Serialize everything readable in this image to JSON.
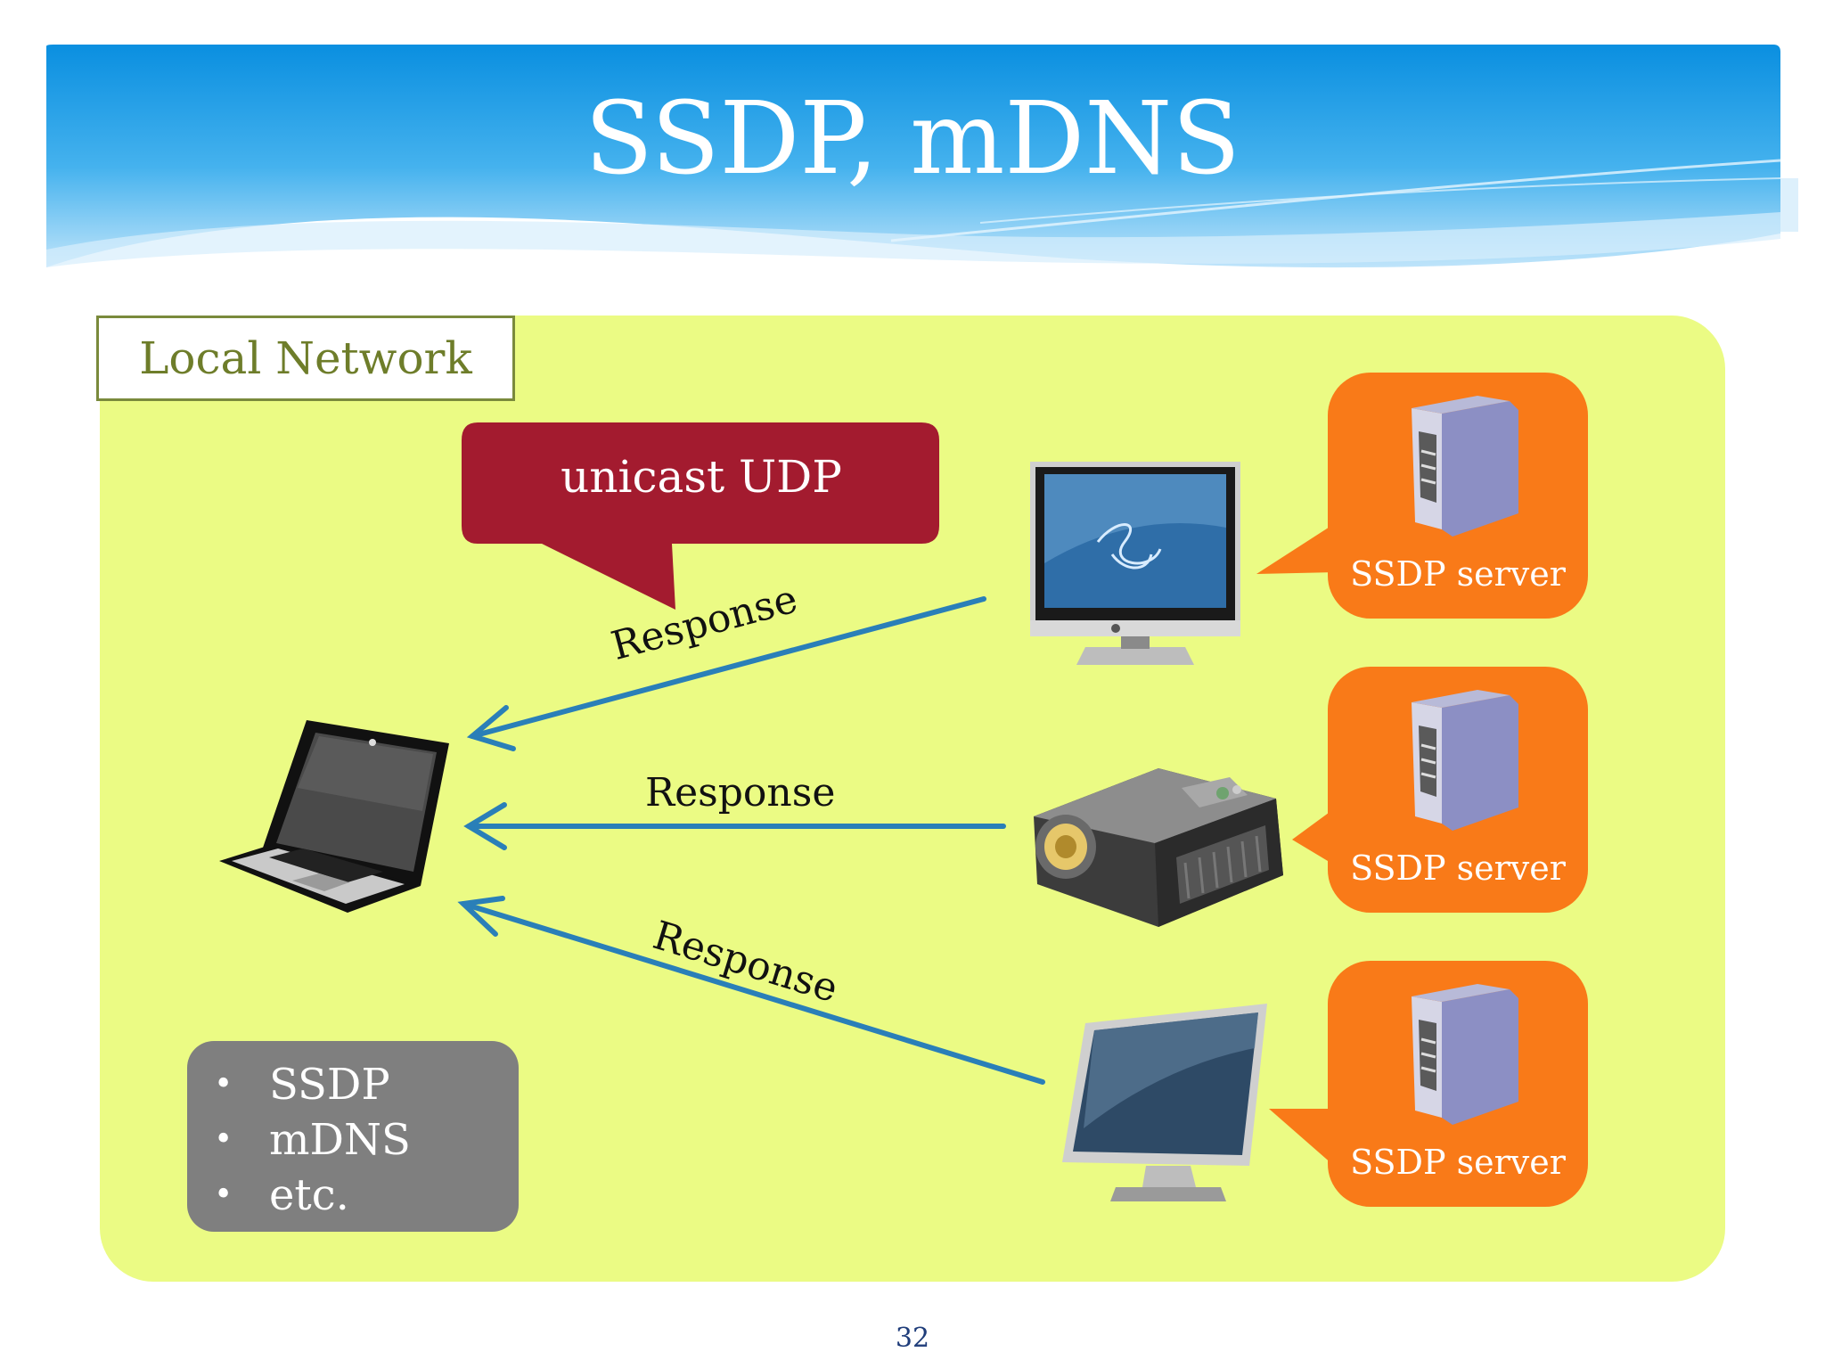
{
  "slide": {
    "title": "SSDP, mDNS",
    "page_number": "32"
  },
  "network": {
    "label": "Local Network"
  },
  "callout": {
    "text": "unicast UDP"
  },
  "responses": [
    {
      "label": "Response"
    },
    {
      "label": "Response"
    },
    {
      "label": "Response"
    }
  ],
  "servers": [
    {
      "label": "SSDP server",
      "device": "tv-icon"
    },
    {
      "label": "SSDP server",
      "device": "projector-icon"
    },
    {
      "label": "SSDP server",
      "device": "monitor-icon"
    }
  ],
  "protocols": {
    "items": [
      "SSDP",
      "mDNS",
      "etc."
    ]
  },
  "colors": {
    "banner": "#1e9be0",
    "network_bg": "#ebfb84",
    "callout": "#a31b2f",
    "server_badge": "#f97a18",
    "arrow": "#2a7fb8",
    "protocol_box": "#7f7f7f"
  }
}
